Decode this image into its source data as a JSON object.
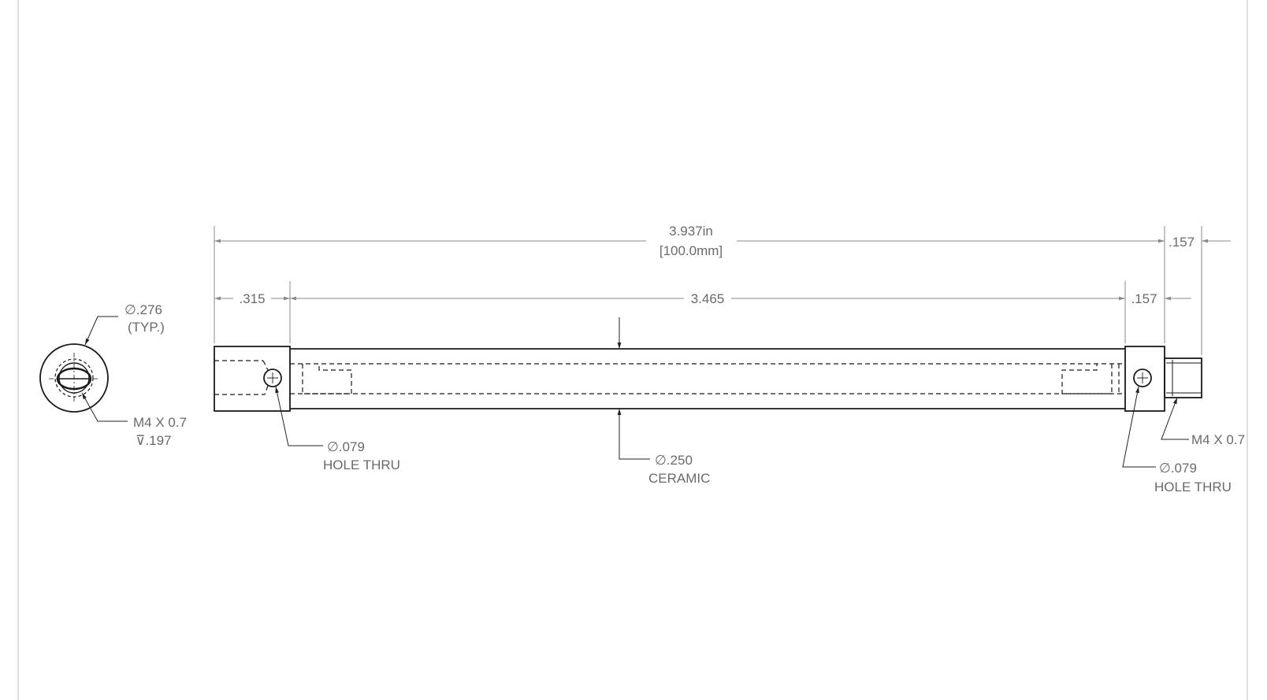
{
  "dimensions": {
    "overall_in": "3.937in",
    "overall_mm": "[100.0mm]",
    "right_step": ".157",
    "left_cap": ".315",
    "body_length": "3.465",
    "right_cap": ".157"
  },
  "callouts": {
    "end_diameter": "∅.276",
    "end_typ": "(TYP.)",
    "end_thread": "M4 X 0.7",
    "end_depth": "⊽.197",
    "left_hole_dia": "∅.079",
    "left_hole_note": "HOLE THRU",
    "tube_dia": "∅.250",
    "tube_material": "CERAMIC",
    "right_hole_dia": "∅.079",
    "right_hole_note": "HOLE THRU",
    "stud_thread": "M4 X 0.7"
  },
  "colors": {
    "line": "#1a1a1a",
    "dimension": "#8a8a8a",
    "text": "#6a6a6a",
    "frame": "#c8c8c8"
  }
}
